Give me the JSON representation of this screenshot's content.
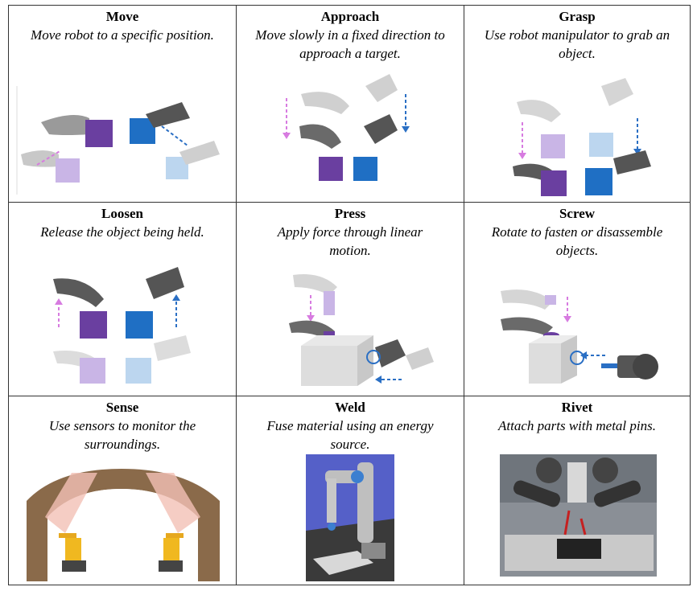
{
  "cells": [
    {
      "title": "Move",
      "desc": "Move robot to a specific position."
    },
    {
      "title": "Approach",
      "desc": "Move slowly in a fixed direction to approach a target."
    },
    {
      "title": "Grasp",
      "desc": "Use robot manipulator to grab an object."
    },
    {
      "title": "Loosen",
      "desc": "Release the object being held."
    },
    {
      "title": "Press",
      "desc": "Apply force through linear motion."
    },
    {
      "title": "Screw",
      "desc": "Rotate to fasten or disassemble objects."
    },
    {
      "title": "Sense",
      "desc": "Use sensors to monitor the surroundings."
    },
    {
      "title": "Weld",
      "desc": "Fuse material using an energy source."
    },
    {
      "title": "Rivet",
      "desc": "Attach parts with metal pins."
    }
  ],
  "colors": {
    "purple_cube": "#6a3fa0",
    "blue_cube": "#1f6fc4",
    "light_purple": "#c9b5e6",
    "light_blue": "#bcd6ef",
    "arrow_pink": "#d77be0",
    "arrow_blue": "#2a6fc4"
  }
}
